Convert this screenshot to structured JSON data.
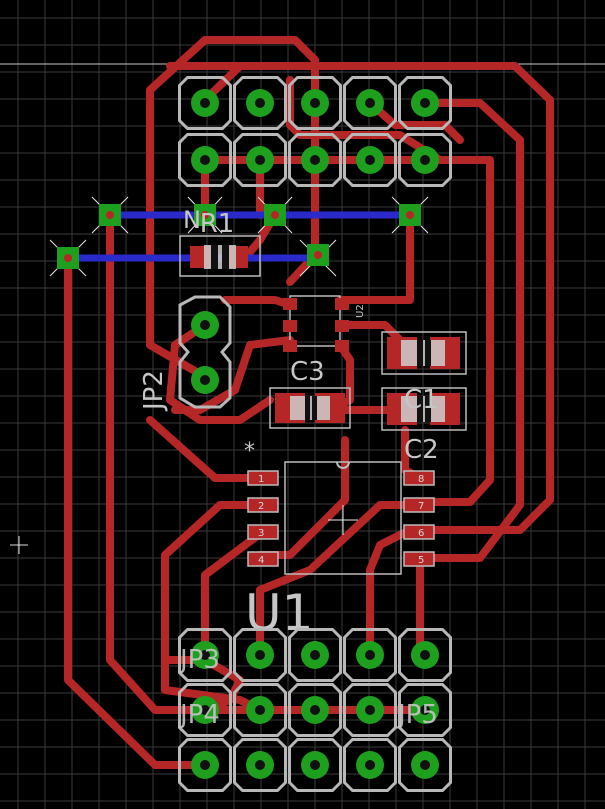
{
  "labels": {
    "r1": "R1",
    "n_overlap": "N",
    "u2": "U2",
    "jp2": "JP2",
    "c3": "C3",
    "c1": "C1",
    "c2": "C2",
    "star": "*",
    "u1": "U1",
    "jp3": "JP3",
    "jp4": "JP4",
    "jp5": "JP5"
  },
  "u1_pins_left": [
    "1",
    "2",
    "3",
    "4"
  ],
  "u1_pins_right": [
    "8",
    "7",
    "6",
    "5"
  ],
  "colors": {
    "background": "#000000",
    "grid": "#3a3a3a",
    "top_copper": "#b52626",
    "bottom_copper": "#2a2acb",
    "pad": "#1ea01e",
    "silkscreen": "#c6c6c6"
  }
}
